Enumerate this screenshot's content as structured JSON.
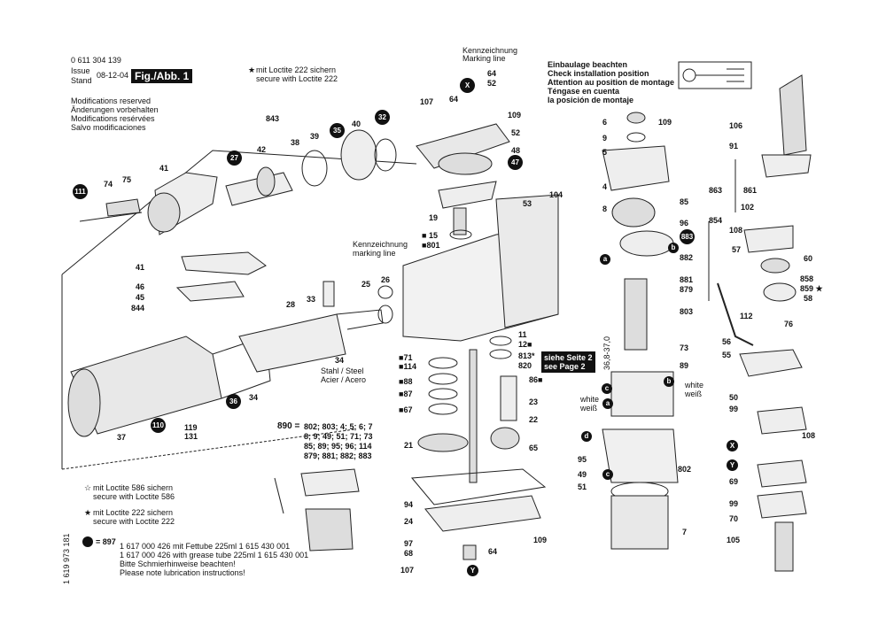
{
  "header": {
    "part_no": "0 611 304 139",
    "issue_label": "Issue",
    "stand_label": "Stand",
    "date": "08-12-04",
    "fig": "Fig./Abb. 1"
  },
  "notes": {
    "mod1": "Modifications reserved",
    "mod2": "Änderungen vorbehalten",
    "mod3": "Modifications resérvées",
    "mod4": "Salvo modificaciones",
    "loctite_top_1": "mit Loctite 222 sichern",
    "loctite_top_2": "secure with Loctite 222",
    "marking1": "Kennzeichnung",
    "marking2": "Marking line",
    "install1": "Einbaulage beachten",
    "install2": "Check installation position",
    "install3": "Attention au position de montage",
    "install4": "Téngase en cuenta",
    "install5": "la posición de montaje",
    "kenn2_1": "Kennzeichnung",
    "kenn2_2": "marking line",
    "steel1": "Stahl / Steel",
    "steel2": "Acier / Acero",
    "see_page_1": "siehe Seite 2",
    "see_page_2": "see Page 2",
    "white1": "white",
    "white2": "weiß",
    "white3": "white",
    "white4": "weiß",
    "dim": "36,8-37,0",
    "l586_1": "mit Loctite 586 sichern",
    "l586_2": "secure with Loctite 586",
    "l222_1": "mit Loctite 222 sichern",
    "l222_2": "secure with Loctite 222",
    "l897_num": "= 897",
    "l897_1": "1 617 000 426 mit Fettube 225ml 1 615 430 001",
    "l897_2": "1 617 000 426 with grease tube 225ml 1 615 430 001",
    "l897_3": "Bitte Schmierhinweise beachten!",
    "l897_4": "Please note lubrication instructions!",
    "set_label": "890 =",
    "set_1": "802; 803; 4; 5; 6; 7",
    "set_2": "8; 9; 49; 51; 71; 73",
    "set_3": "85; 89; 95; 96; 114",
    "set_4": "879; 881; 882; 883",
    "doc_no": "1 619 973 181"
  },
  "parts": {
    "p843": "843",
    "p40": "40",
    "p39": "39",
    "p38": "38",
    "p42": "42",
    "p41a": "41",
    "p74": "74",
    "p75": "75",
    "p41b": "41",
    "p46": "46",
    "p45": "45",
    "p844": "844",
    "p33": "33",
    "p25": "25",
    "p26": "26",
    "p28": "28",
    "p34a": "34",
    "p34b": "34",
    "p37": "37",
    "p119": "119",
    "p131": "131",
    "p107a": "107",
    "p64a": "64",
    "p64b": "64",
    "p52a": "52",
    "p52b": "52",
    "p109a": "109",
    "p48": "48",
    "p104": "104",
    "p19": "19",
    "p53": "53",
    "p15": "15",
    "p801": "801",
    "p71": "71",
    "p114": "114",
    "p11": "11",
    "p12": "12",
    "p813": "813",
    "p820": "820",
    "p88": "88",
    "p87": "87",
    "p67": "67",
    "p86": "86",
    "p23": "23",
    "p22": "22",
    "p21": "21",
    "p65": "65",
    "p94": "94",
    "p24": "24",
    "p97": "97",
    "p68": "68",
    "p107b": "107",
    "p64c": "64",
    "p109b": "109",
    "p6": "6",
    "p9": "9",
    "p5": "5",
    "p4": "4",
    "p109c": "109",
    "p8": "8",
    "p85": "85",
    "p96": "96",
    "p882": "882",
    "p881": "881",
    "p879": "879",
    "p803": "803",
    "p73": "73",
    "p89": "89",
    "p802": "802",
    "p95": "95",
    "p49": "49",
    "p51": "51",
    "p7": "7",
    "p106": "106",
    "p91": "91",
    "p863": "863",
    "p861": "861",
    "p102": "102",
    "p854": "854",
    "p108a": "108",
    "p57": "57",
    "p60": "60",
    "p858": "858",
    "p859": "859",
    "p58": "58",
    "p112": "112",
    "p76": "76",
    "p56": "56",
    "p55": "55",
    "p50": "50",
    "p99a": "99",
    "p108b": "108",
    "p69": "69",
    "p99b": "99",
    "p70": "70",
    "p105": "105"
  },
  "badges": {
    "b111": "111",
    "b27": "27",
    "b35": "35",
    "b32": "32",
    "b36": "36",
    "b110": "110",
    "bX1": "X",
    "b47": "47",
    "b883": "883",
    "bb1": "b",
    "ba1": "a",
    "bc": "c",
    "bb2": "b",
    "ba2": "a",
    "bd": "d",
    "bc2": "c",
    "bY1": "Y",
    "bX2": "X",
    "bY2": "Y"
  }
}
